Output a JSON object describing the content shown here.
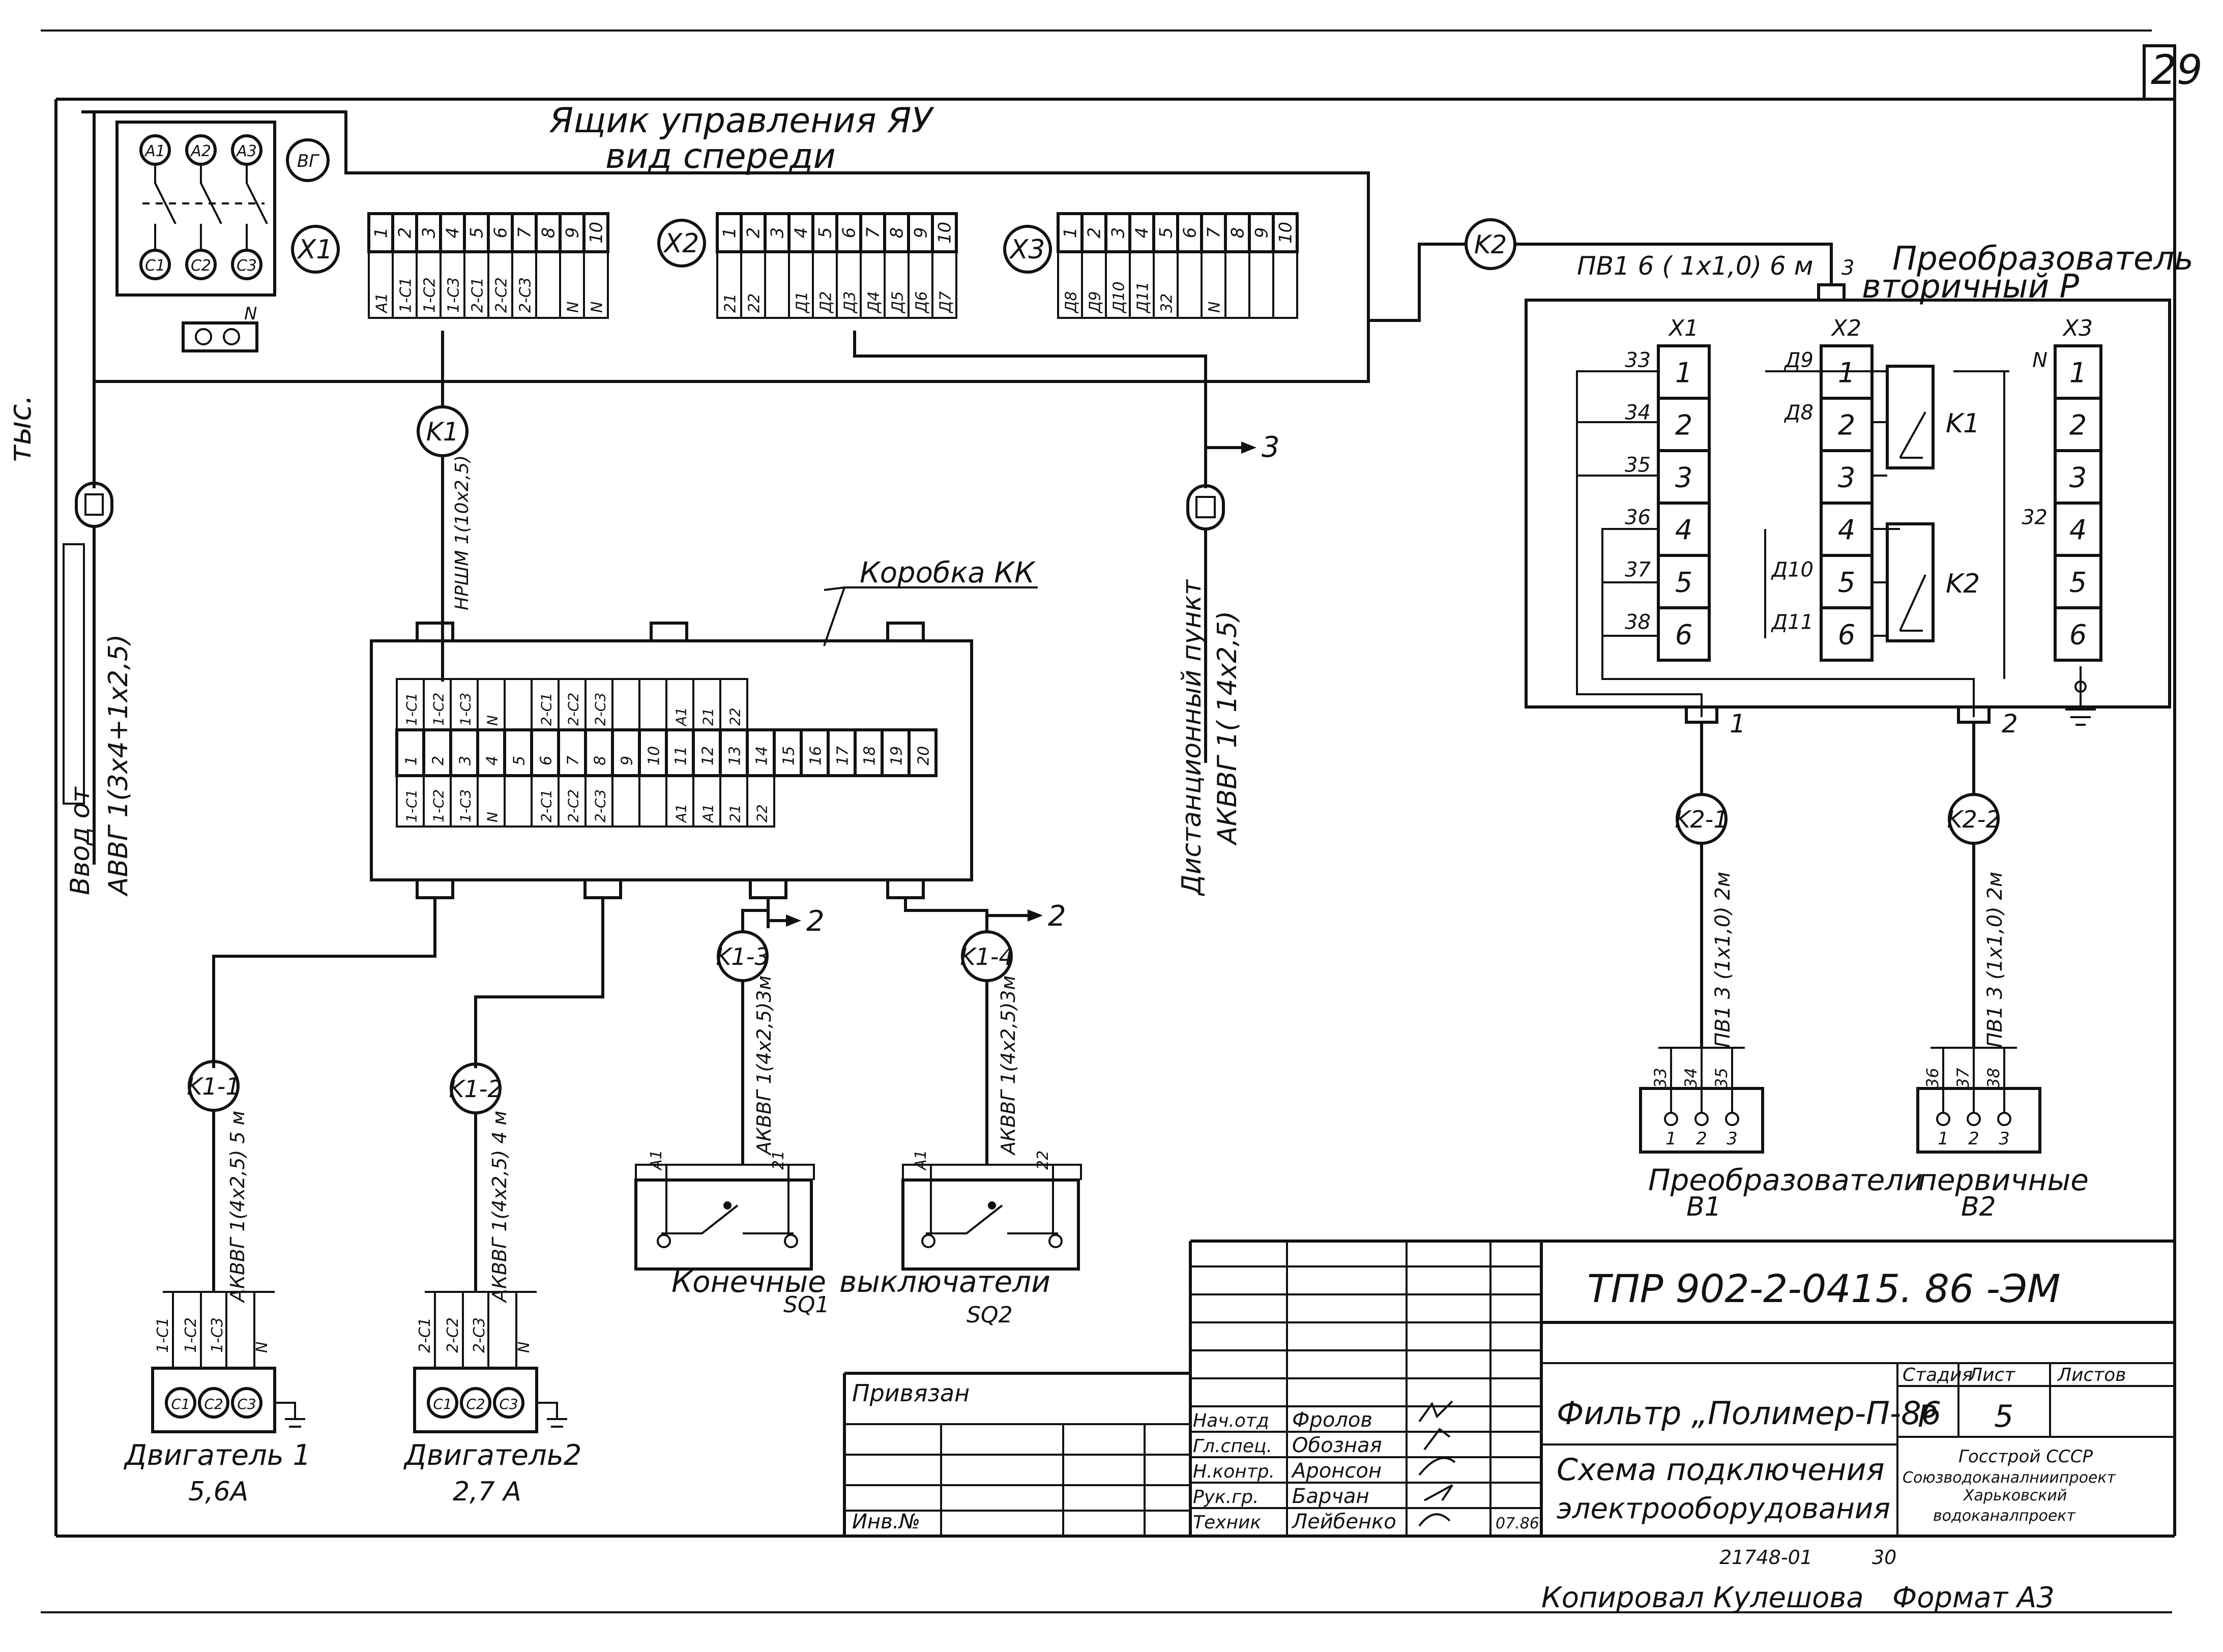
{
  "sheet_corner": "29",
  "control_box": {
    "title": "Ящик управления ЯУ",
    "subtitle": "вид спереди",
    "breaker_top": [
      "A1",
      "A2",
      "A3"
    ],
    "breaker_bottom": [
      "C1",
      "C2",
      "C3"
    ],
    "indicator": "ВГ",
    "neutral": "N",
    "x1": {
      "name": "X1",
      "numbers": [
        "1",
        "2",
        "3",
        "4",
        "5",
        "6",
        "7",
        "8",
        "9",
        "10"
      ],
      "wires": [
        "A1",
        "1-C1",
        "1-C2",
        "1-C3",
        "2-C1",
        "2-C2",
        "2-C3",
        "",
        "N",
        "N"
      ]
    },
    "x2": {
      "name": "X2",
      "numbers": [
        "1",
        "2",
        "3",
        "4",
        "5",
        "6",
        "7",
        "8",
        "9",
        "10"
      ],
      "wires": [
        "21",
        "22",
        "",
        "Д1",
        "Д2",
        "Д3",
        "Д4",
        "Д5",
        "Д6",
        "Д7"
      ]
    },
    "x3": {
      "name": "X3",
      "numbers": [
        "1",
        "2",
        "3",
        "4",
        "5",
        "6",
        "7",
        "8",
        "9",
        "10"
      ],
      "wires": [
        "Д8",
        "Д9",
        "Д10",
        "Д11",
        "32",
        "",
        "N",
        "",
        "",
        ""
      ]
    }
  },
  "cables": {
    "input": {
      "line1": "Ввод от",
      "line2": "АВВГ 1(3х4+1х2,5)"
    },
    "k1": {
      "label": "K1",
      "spec": "НРШМ 1(10х2,5)"
    },
    "k2": {
      "label": "K2",
      "spec": "ПВ1 6 ( 1х1,0)   6 м",
      "count": "3"
    },
    "remote": {
      "line1": "Дистанционный пункт",
      "line2": "АКВВГ 1( 14х2,5)",
      "arrow": "3"
    },
    "k11": {
      "label": "K1-1",
      "spec": "АКВВГ 1(4х2,5) 5 м"
    },
    "k12": {
      "label": "K1-2",
      "spec": "АКВВГ 1(4х2,5) 4 м"
    },
    "k13": {
      "label": "K1-3",
      "spec": "АКВВГ 1(4х2,5)3м",
      "arrow": "2"
    },
    "k14": {
      "label": "K1-4",
      "spec": "АКВВГ 1(4х2,5)3м",
      "arrow": "2"
    },
    "k21": {
      "label": "K2-1",
      "spec": "ПВ1 3 (1х1,0) 2м"
    },
    "k22": {
      "label": "K2-2",
      "spec": "ПВ1 3 (1х1,0) 2м"
    }
  },
  "junction_box": {
    "title": "Коробка КК",
    "numbers": [
      "1",
      "2",
      "3",
      "4",
      "5",
      "6",
      "7",
      "8",
      "9",
      "10",
      "11",
      "12",
      "13",
      "14",
      "15",
      "16",
      "17",
      "18",
      "19",
      "20"
    ],
    "top_wires": [
      "1-C1",
      "1-C2",
      "1-C3",
      "N",
      "",
      "2-C1",
      "2-C2",
      "2-C3",
      "",
      "",
      "A1",
      "21",
      "22"
    ],
    "bottom_wires": [
      "1-C1",
      "1-C2",
      "1-C3",
      "N",
      "",
      "2-C1",
      "2-C2",
      "2-C3",
      "",
      "",
      "A1",
      "A1",
      "21",
      "22"
    ]
  },
  "converter": {
    "title_line1": "Преобразователь",
    "title_line2": "вторичный   P",
    "x1": {
      "name": "X1",
      "terms": [
        "1",
        "2",
        "3",
        "4",
        "5",
        "6"
      ],
      "wires": [
        "33",
        "34",
        "35",
        "36",
        "37",
        "38"
      ]
    },
    "x2": {
      "name": "X2",
      "terms": [
        "1",
        "2",
        "3",
        "4",
        "5",
        "6"
      ],
      "wires": [
        "Д9",
        "Д8",
        "",
        "",
        "Д10",
        "Д11"
      ]
    },
    "x3": {
      "name": "X3",
      "terms": [
        "1",
        "2",
        "3",
        "4",
        "5",
        "6"
      ],
      "wires": [
        "N",
        "",
        "",
        "32",
        "",
        ""
      ]
    },
    "relays": [
      "K1",
      "K2"
    ],
    "outlets": [
      "1",
      "2"
    ]
  },
  "motors": [
    {
      "caption1": "Двигатель 1",
      "caption2": "5,6А",
      "wires": [
        "1-C1",
        "1-C2",
        "1-C3",
        "N"
      ],
      "terms": [
        "C1",
        "C2",
        "C3"
      ]
    },
    {
      "caption1": "Двигатель2",
      "caption2": "2,7 А",
      "wires": [
        "2-C1",
        "2-C2",
        "2-C3",
        "N"
      ],
      "terms": [
        "C1",
        "C2",
        "C3"
      ]
    }
  ],
  "switches": {
    "caption1": "Конечные",
    "caption2": "выключатели",
    "sq1": {
      "label": "SQ1",
      "wires": [
        "A1",
        "21"
      ]
    },
    "sq2": {
      "label": "SQ2",
      "wires": [
        "A1",
        "22"
      ]
    }
  },
  "primary": {
    "caption1": "Преобразователи",
    "caption2": "первичные",
    "b1": {
      "label": "B1",
      "wires": [
        "33",
        "34",
        "35"
      ],
      "terms": [
        "1",
        "2",
        "3"
      ]
    },
    "b2": {
      "label": "B2",
      "wires": [
        "36",
        "37",
        "38"
      ],
      "terms": [
        "1",
        "2",
        "3"
      ]
    }
  },
  "title_block": {
    "code": "ТПР 902-2-0415. 86 -ЭМ",
    "bound": "Привязан",
    "inv": "Инв.№",
    "roles": [
      "Нач.отд",
      "Гл.спец.",
      "Н.контр.",
      "Рук.гр.",
      "Техник"
    ],
    "names": [
      "Фролов",
      "Обозная",
      "Аронсон",
      "Барчан",
      "Лейбенко"
    ],
    "date": "07.86",
    "project": "Фильтр „Полимер-П-86",
    "drawing1": "Схема   подключения",
    "drawing2": "электрооборудования",
    "stage_h": "Стадия",
    "sheet_h": "Лист",
    "sheets_h": "Листов",
    "stage": "Р",
    "sheet": "5",
    "org1": "Госстрой СССР",
    "org2": "Союзводоканалниипроект",
    "org3": "Харьковский",
    "org4": "водоканалпроект"
  },
  "footer": {
    "number": "21748-01",
    "page": "30",
    "copied": "Копировал Кулешова",
    "format": "Формат   А3"
  },
  "side_text": "тыс."
}
